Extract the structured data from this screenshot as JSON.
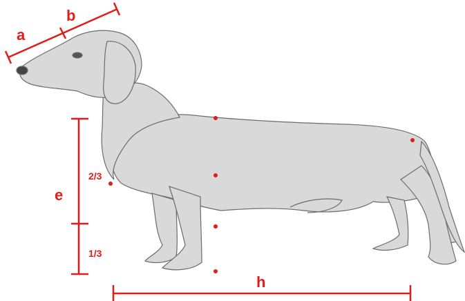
{
  "colors": {
    "annotation": "#e21b1b",
    "sketch_stroke": "#6b6b6b",
    "sketch_fill": "#d9d9d9",
    "background": "#ffffff"
  },
  "labels": {
    "a": "a",
    "b": "b",
    "e": "e",
    "h": "h",
    "upper_fraction": "2/3",
    "lower_fraction": "1/3"
  },
  "illustration": {
    "subject": "dachshund-side-profile-sketch"
  }
}
